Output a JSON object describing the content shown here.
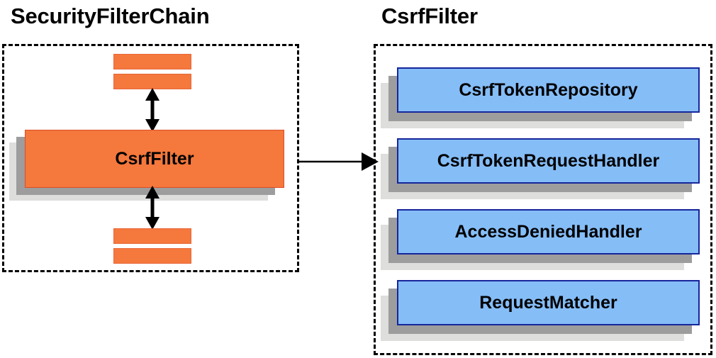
{
  "diagram": {
    "type": "architecture-diagram",
    "background": "#ffffff",
    "panels": [
      {
        "id": "security-filter-chain",
        "title": "SecurityFilterChain",
        "border_style": "dashed",
        "border_color": "#000000"
      },
      {
        "id": "csrf-filter",
        "title": "CsrfFilter",
        "border_style": "dashed",
        "border_color": "#000000"
      }
    ]
  },
  "titles": {
    "left": "SecurityFilterChain",
    "right": "CsrfFilter"
  },
  "chain_panel": {
    "top_bars": [
      {
        "name": "filter-bar-top-1"
      },
      {
        "name": "filter-bar-top-2"
      }
    ],
    "main_filter": {
      "label": "CsrfFilter",
      "fill": "#f5783c",
      "border": "#d94f26"
    },
    "bottom_bars": [
      {
        "name": "filter-bar-bottom-1"
      },
      {
        "name": "filter-bar-bottom-2"
      }
    ],
    "arrows": [
      {
        "name": "arrow-top",
        "direction": "bidirectional-vertical"
      },
      {
        "name": "arrow-bottom",
        "direction": "bidirectional-vertical"
      }
    ]
  },
  "connector": {
    "name": "chain-to-filter-arrow",
    "direction": "left-to-right",
    "color": "#000000"
  },
  "filter_panel": {
    "fill": "#85bdf7",
    "border": "#16269c",
    "collaborators": [
      {
        "label": "CsrfTokenRepository"
      },
      {
        "label": "CsrfTokenRequestHandler"
      },
      {
        "label": "AccessDeniedHandler"
      },
      {
        "label": "RequestMatcher"
      }
    ]
  },
  "colors": {
    "orange_fill": "#f5783c",
    "orange_border": "#d94f26",
    "blue_fill": "#85bdf7",
    "blue_border": "#16269c",
    "shadow_dark": "#9d9d9d",
    "shadow_light": "#dededd",
    "text": "#000000"
  }
}
